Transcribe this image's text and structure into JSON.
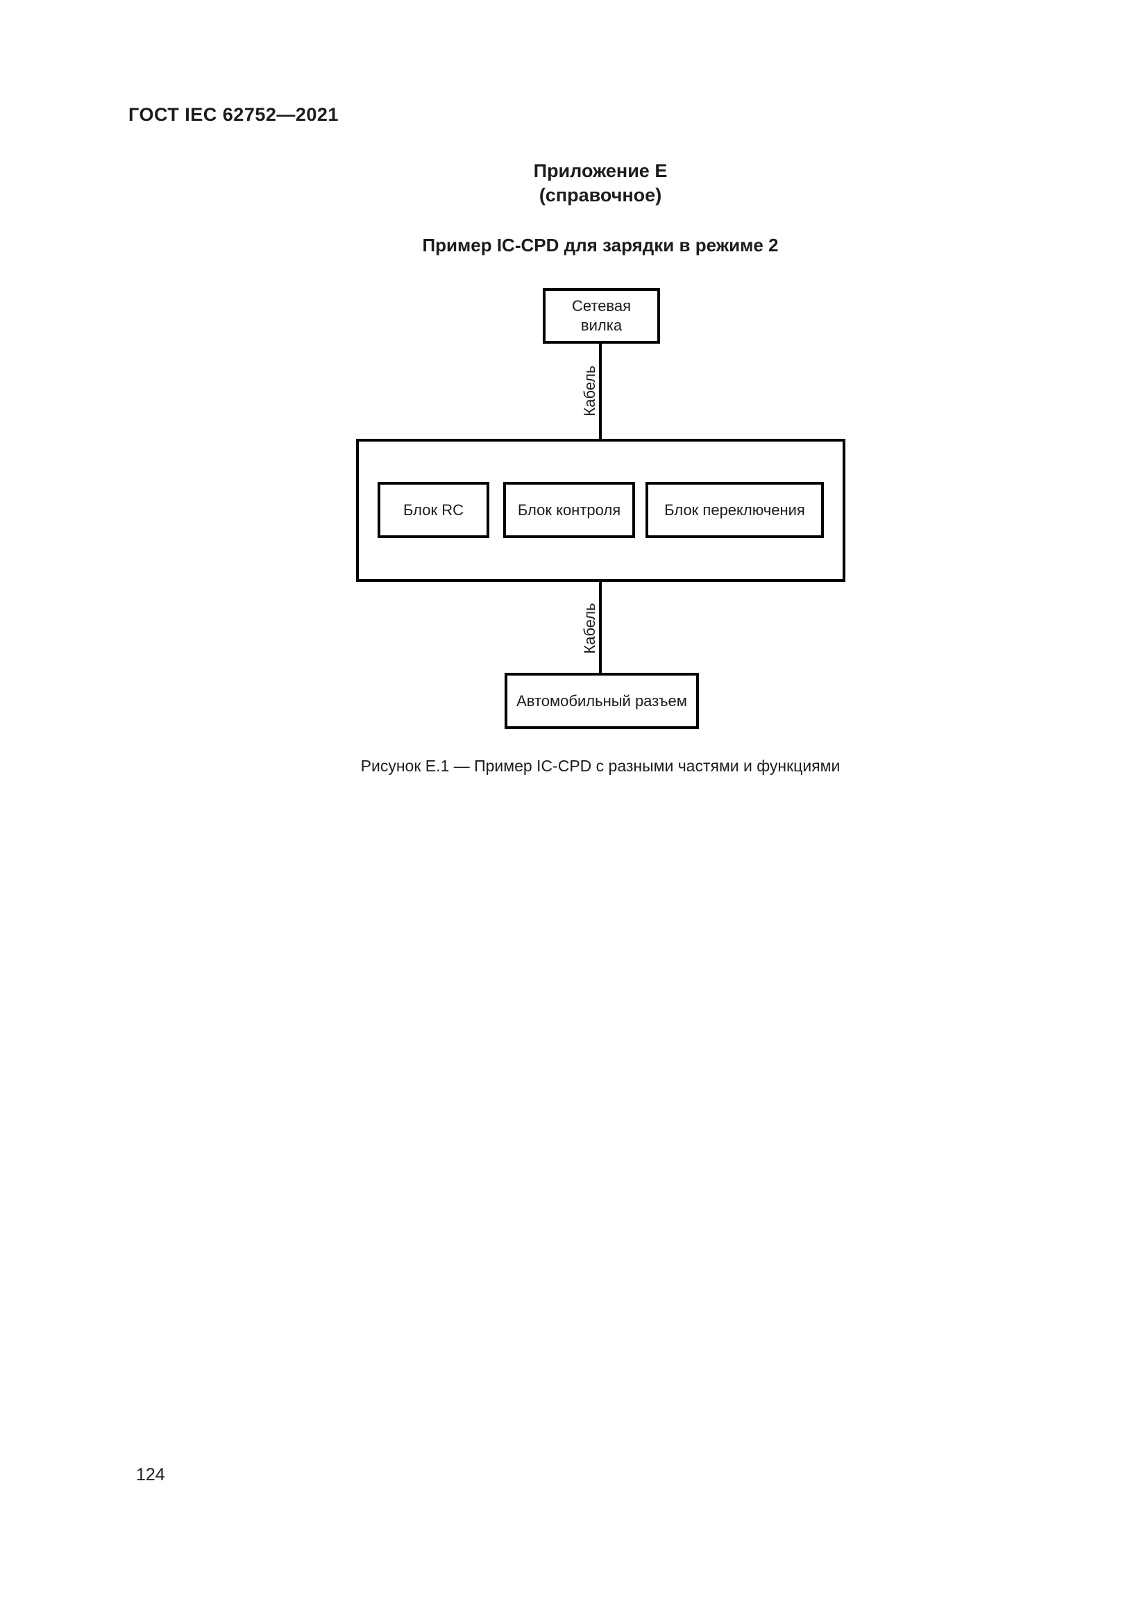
{
  "page": {
    "header": "ГОСТ IEC 62752—2021",
    "page_number": "124"
  },
  "annex": {
    "title": "Приложение Е",
    "subtitle": "(справочное)",
    "heading": "Пример IC-CPD для зарядки в режиме 2"
  },
  "diagram": {
    "top_box": "Сетевая вилка",
    "cable_label_top": "Кабель",
    "cable_label_bottom": "Кабель",
    "inner_boxes": [
      "Блок RC",
      "Блок контроля",
      "Блок переключения"
    ],
    "bottom_box": "Автомобильный разъем",
    "caption": "Рисунок Е.1 — Пример IC-CPD с разными частями и функциями",
    "colors": {
      "line": "#000000",
      "text": "#1c1c1c",
      "background": "#ffffff"
    }
  }
}
